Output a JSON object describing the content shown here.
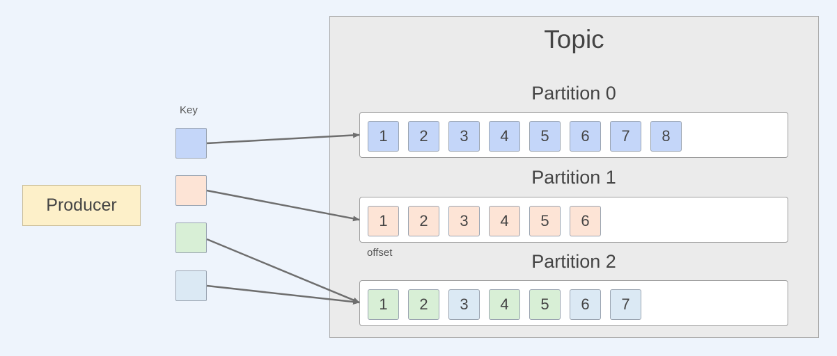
{
  "producer": {
    "label": "Producer"
  },
  "key_label": "Key",
  "keys": [
    {
      "color": "#c4d6f9"
    },
    {
      "color": "#fde4d6"
    },
    {
      "color": "#d8efd6"
    },
    {
      "color": "#dbe9f4"
    }
  ],
  "topic": {
    "title": "Topic"
  },
  "offset_label": "offset",
  "partitions": [
    {
      "title": "Partition 0",
      "messages": [
        {
          "label": "1",
          "color": "#c4d6f9"
        },
        {
          "label": "2",
          "color": "#c4d6f9"
        },
        {
          "label": "3",
          "color": "#c4d6f9"
        },
        {
          "label": "4",
          "color": "#c4d6f9"
        },
        {
          "label": "5",
          "color": "#c4d6f9"
        },
        {
          "label": "6",
          "color": "#c4d6f9"
        },
        {
          "label": "7",
          "color": "#c4d6f9"
        },
        {
          "label": "8",
          "color": "#c4d6f9"
        }
      ]
    },
    {
      "title": "Partition 1",
      "messages": [
        {
          "label": "1",
          "color": "#fde4d6"
        },
        {
          "label": "2",
          "color": "#fde4d6"
        },
        {
          "label": "3",
          "color": "#fde4d6"
        },
        {
          "label": "4",
          "color": "#fde4d6"
        },
        {
          "label": "5",
          "color": "#fde4d6"
        },
        {
          "label": "6",
          "color": "#fde4d6"
        }
      ]
    },
    {
      "title": "Partition 2",
      "messages": [
        {
          "label": "1",
          "color": "#d8efd6"
        },
        {
          "label": "2",
          "color": "#d8efd6"
        },
        {
          "label": "3",
          "color": "#dbe9f4"
        },
        {
          "label": "4",
          "color": "#d8efd6"
        },
        {
          "label": "5",
          "color": "#d8efd6"
        },
        {
          "label": "6",
          "color": "#dbe9f4"
        },
        {
          "label": "7",
          "color": "#dbe9f4"
        }
      ]
    }
  ],
  "arrow_color": "#6e6e6e"
}
